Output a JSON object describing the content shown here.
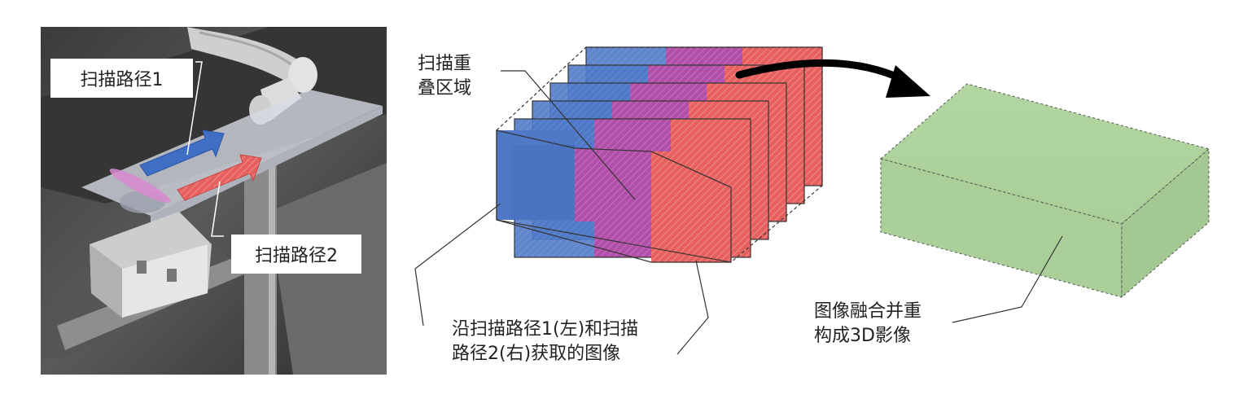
{
  "photo": {
    "path1_label": "扫描路径1",
    "path2_label": "扫描路径2"
  },
  "slices": {
    "overlap_label_line1": "扫描重",
    "overlap_label_line2": "叠区域",
    "caption_line1": "沿扫描路径1(左)和扫描",
    "caption_line2": "路径2(右)获取的图像"
  },
  "result": {
    "label_line1": "图像融合并重",
    "label_line2": "构成3D影像"
  },
  "colors": {
    "blue_region": "#4f79c6",
    "magenta_region": "#b04fa8",
    "red_region": "#e5605e",
    "box_fill": "#aacf98",
    "photo_dark": "#4a4a4a",
    "arrow_blue": "#3f6fc4",
    "arrow_red": "#e56158"
  }
}
